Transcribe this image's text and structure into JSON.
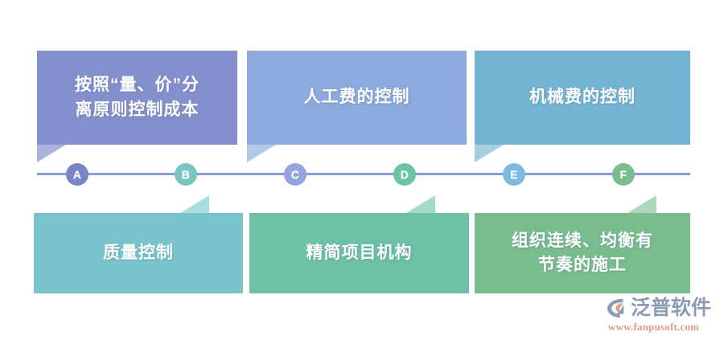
{
  "diagram": {
    "title": "",
    "timeline": {
      "axis_color": "#8b9ad8",
      "markers": [
        {
          "label": "A",
          "color": "#7b84c4"
        },
        {
          "label": "B",
          "color": "#7cc4c2"
        },
        {
          "label": "C",
          "color": "#93a4e0"
        },
        {
          "label": "D",
          "color": "#6bc4a3"
        },
        {
          "label": "E",
          "color": "#7db9e0"
        },
        {
          "label": "F",
          "color": "#79bc8e"
        }
      ]
    },
    "cards_top": [
      {
        "marker": "A",
        "text": "按照“量、价”分\n离原则控制成本",
        "color": "#8490ce",
        "tail_color": "#aab3de"
      },
      {
        "marker": "C",
        "text": "人工费的控制",
        "color": "#8caade",
        "tail_color": "#b4c8e9"
      },
      {
        "marker": "E",
        "text": "机械费的控制",
        "color": "#74b4d3",
        "tail_color": "#a6cee0"
      }
    ],
    "cards_bottom": [
      {
        "marker": "B",
        "text": "质量控制",
        "color": "#78c4ca",
        "tail_color": "#aadcdf"
      },
      {
        "marker": "D",
        "text": "精简项目机构",
        "color": "#6cc1a6",
        "tail_color": "#a5d9c8"
      },
      {
        "marker": "F",
        "text": "组织连续、均衡有\n节奏的施工",
        "color": "#79bc8e",
        "tail_color": "#aed8bb"
      }
    ]
  },
  "logo": {
    "brand": "泛普软件",
    "url": "www.fanpusoft.com",
    "mark_color": "#8a9bb5",
    "accent_color": "#e3998a"
  }
}
